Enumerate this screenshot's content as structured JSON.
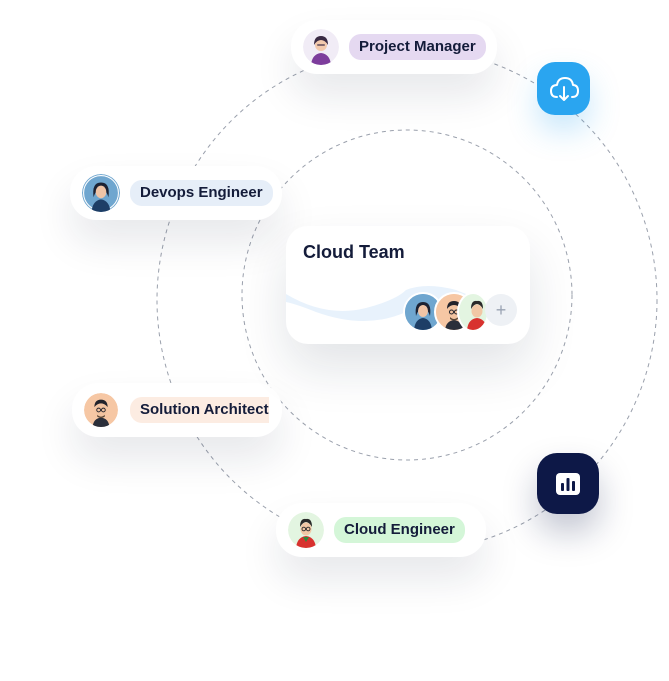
{
  "roles": {
    "project_manager": {
      "label": "Project Manager",
      "avatar": "woman-purple-avatar",
      "pill_color": "#e5d9f1"
    },
    "devops_engineer": {
      "label": "Devops Engineer",
      "avatar": "woman-blue-avatar",
      "pill_color": "#e6eef8"
    },
    "solution_architect": {
      "label": "Solution Architect",
      "avatar": "man-glasses-avatar",
      "pill_color": "#fcece2"
    },
    "cloud_engineer": {
      "label": "Cloud Engineer",
      "avatar": "man-green-avatar",
      "pill_color": "#d4f6d8"
    }
  },
  "center_card": {
    "title": "Cloud Team",
    "members": [
      "woman-blue-avatar",
      "man-glasses-avatar",
      "man-green-avatar"
    ],
    "more_symbol": "+"
  },
  "icons": {
    "cloud_button": "cloud-download-icon",
    "chart_button": "bar-chart-icon"
  },
  "colors": {
    "cloud_button_bg": "#2aa5f0",
    "chart_button_bg": "#0d1847",
    "text_dark": "#141c3a"
  }
}
